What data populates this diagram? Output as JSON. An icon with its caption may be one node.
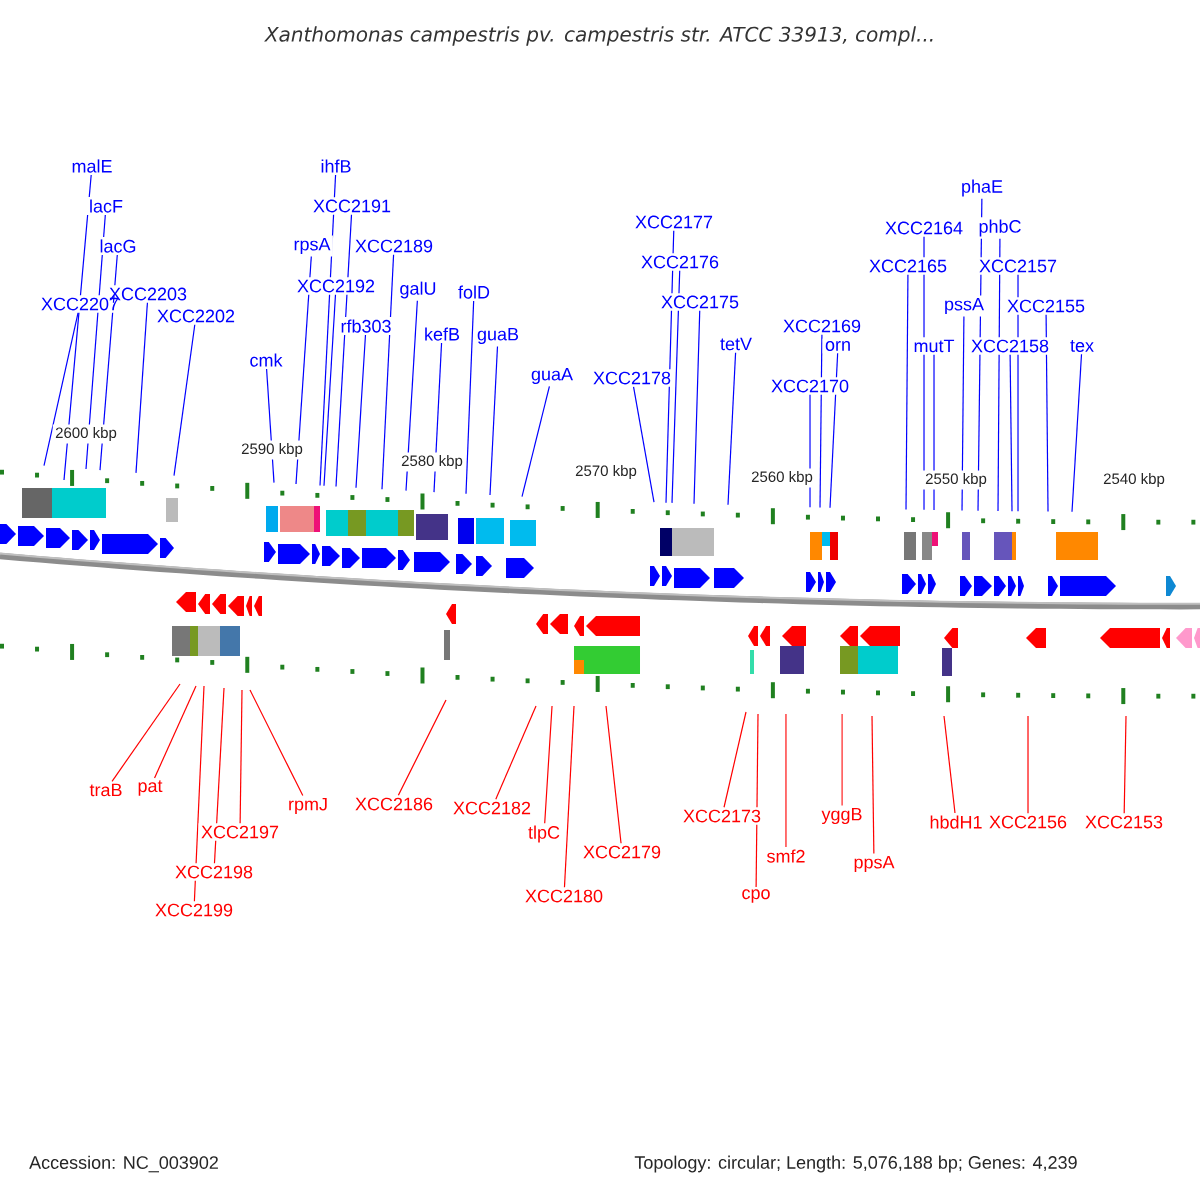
{
  "diagram": {
    "title": "*Xanthomonas campestris* *pv.* *campestris* *str. ATCC 33913, compl...*",
    "nodes": [
      {
        "text": [
          "XCC2207"
        ]
      },
      {
        "text": [
          "malE"
        ]
      },
      {
        "text": [
          "lacF"
        ]
      },
      {
        "text": [
          "lacG"
        ]
      },
      {
        "text": [
          "XCC2203"
        ]
      },
      {
        "text": [
          "XCC2202"
        ]
      },
      {
        "text": [
          "cmk"
        ]
      },
      {
        "text": [
          "rpsA"
        ]
      },
      {
        "text": [
          "ihfB"
        ]
      },
      {
        "text": [
          "XCC2191"
        ]
      },
      {
        "text": [
          "XCC2192"
        ]
      },
      {
        "text": [
          "XCC2189"
        ]
      },
      {
        "text": [
          "rfb303"
        ]
      },
      {
        "text": [
          "galU"
        ]
      },
      {
        "text": [
          "kefB"
        ]
      },
      {
        "text": [
          "folD"
        ]
      },
      {
        "text": [
          "guaB"
        ]
      },
      {
        "text": [
          "guaA"
        ]
      },
      {
        "text": [
          "XCC2178"
        ]
      },
      {
        "text": [
          "XCC2177"
        ]
      },
      {
        "text": [
          "XCC2176"
        ]
      },
      {
        "text": [
          "XCC2175"
        ]
      },
      {
        "text": [
          "tetV"
        ]
      },
      {
        "text": [
          "XCC2169"
        ]
      },
      {
        "text": [
          "orn"
        ]
      },
      {
        "text": [
          "XCC2170"
        ]
      },
      {
        "text": [
          "XCC2165"
        ]
      },
      {
        "text": [
          "XCC2164"
        ]
      },
      {
        "text": [
          "phaE"
        ]
      },
      {
        "text": [
          "phbC"
        ]
      },
      {
        "text": [
          "mutT"
        ]
      },
      {
        "text": [
          "pssA"
        ]
      },
      {
        "text": [
          "XCC2157"
        ]
      },
      {
        "text": [
          "XCC2158"
        ]
      },
      {
        "text": [
          "XCC2155"
        ]
      },
      {
        "text": [
          "tex"
        ]
      },
      {
        "text": [
          "traB"
        ]
      },
      {
        "text": [
          "pat"
        ]
      },
      {
        "text": [
          "XCC2197"
        ]
      },
      {
        "text": [
          "XCC2198"
        ]
      },
      {
        "text": [
          "XCC2199"
        ]
      },
      {
        "text": [
          "rpmJ"
        ]
      },
      {
        "text": [
          "XCC2186"
        ]
      },
      {
        "text": [
          "XCC2182"
        ]
      },
      {
        "text": [
          "tlpC"
        ]
      },
      {
        "text": [
          "XCC2180"
        ]
      },
      {
        "text": [
          "XCC2179"
        ]
      },
      {
        "text": [
          "XCC2173"
        ]
      },
      {
        "text": [
          "cpo"
        ]
      },
      {
        "text": [
          "smf2"
        ]
      },
      {
        "text": [
          "yggB"
        ]
      },
      {
        "text": [
          "ppsA"
        ]
      },
      {
        "text": [
          "hbdH1"
        ]
      },
      {
        "text": [
          "XCC2156"
        ]
      },
      {
        "text": [
          "XCC2153"
        ]
      }
    ],
    "edges": [
      {
        "from": 0,
        "to": null,
        "arrow": "none"
      },
      {
        "from": 1,
        "to": null,
        "arrow": "none"
      },
      {
        "from": 2,
        "to": null,
        "arrow": "none"
      },
      {
        "from": 3,
        "to": null,
        "arrow": "none"
      },
      {
        "from": 4,
        "to": null,
        "arrow": "none"
      },
      {
        "from": 5,
        "to": null,
        "arrow": "none"
      },
      {
        "from": 6,
        "to": null,
        "arrow": "none"
      },
      {
        "from": 7,
        "to": null,
        "arrow": "none"
      },
      {
        "from": 8,
        "to": null,
        "arrow": "none"
      },
      {
        "from": 9,
        "to": null,
        "arrow": "none"
      },
      {
        "from": 10,
        "to": null,
        "arrow": "none"
      },
      {
        "from": 11,
        "to": null,
        "arrow": "none"
      },
      {
        "from": 12,
        "to": null,
        "arrow": "none"
      },
      {
        "from": 13,
        "to": null,
        "arrow": "none"
      },
      {
        "from": 14,
        "to": null,
        "arrow": "none"
      },
      {
        "from": 15,
        "to": null,
        "arrow": "none"
      },
      {
        "from": 16,
        "to": null,
        "arrow": "none"
      },
      {
        "from": 17,
        "to": null,
        "arrow": "none"
      },
      {
        "from": 18,
        "to": null,
        "arrow": "none"
      },
      {
        "from": 19,
        "to": null,
        "arrow": "none"
      },
      {
        "from": 20,
        "to": null,
        "arrow": "none"
      },
      {
        "from": 21,
        "to": null,
        "arrow": "none"
      },
      {
        "from": 22,
        "to": null,
        "arrow": "none"
      },
      {
        "from": 23,
        "to": null,
        "arrow": "none"
      },
      {
        "from": 24,
        "to": null,
        "arrow": "none"
      },
      {
        "from": 25,
        "to": null,
        "arrow": "none"
      },
      {
        "from": 26,
        "to": null,
        "arrow": "none"
      },
      {
        "from": 27,
        "to": null,
        "arrow": "none"
      },
      {
        "from": 28,
        "to": null,
        "arrow": "none"
      },
      {
        "from": 29,
        "to": null,
        "arrow": "none"
      },
      {
        "from": 30,
        "to": null,
        "arrow": "none"
      },
      {
        "from": 31,
        "to": null,
        "arrow": "none"
      },
      {
        "from": 32,
        "to": null,
        "arrow": "none"
      },
      {
        "from": 33,
        "to": null,
        "arrow": "none"
      },
      {
        "from": 34,
        "to": null,
        "arrow": "none"
      },
      {
        "from": 35,
        "to": null,
        "arrow": "none"
      },
      {
        "from": 36,
        "to": null,
        "arrow": "none",
        "color": "#ff0000"
      },
      {
        "from": 37,
        "to": null,
        "arrow": "none",
        "color": "#ff0000"
      },
      {
        "from": 38,
        "to": null,
        "arrow": "none",
        "color": "#ff0000"
      },
      {
        "from": 39,
        "to": null,
        "arrow": "none",
        "color": "#ff0000"
      },
      {
        "from": 40,
        "to": null,
        "arrow": "none",
        "color": "#ff0000"
      },
      {
        "from": 41,
        "to": null,
        "arrow": "none",
        "color": "#ff0000"
      },
      {
        "from": 42,
        "to": null,
        "arrow": "none",
        "color": "#ff0000"
      },
      {
        "from": 43,
        "to": null,
        "arrow": "none",
        "color": "#ff0000"
      },
      {
        "from": 44,
        "to": null,
        "arrow": "none",
        "color": "#ff0000"
      },
      {
        "from": 45,
        "to": null,
        "arrow": "none",
        "color": "#ff0000"
      },
      {
        "from": 46,
        "to": null,
        "arrow": "none",
        "color": "#ff0000"
      },
      {
        "from": 47,
        "to": null,
        "arrow": "none",
        "color": "#ff0000"
      },
      {
        "from": 48,
        "to": null,
        "arrow": "none",
        "color": "#ff0000"
      },
      {
        "from": 49,
        "to": null,
        "arrow": "none",
        "color": "#ff0000"
      },
      {
        "from": 50,
        "to": null,
        "arrow": "none",
        "color": "#ff0000"
      },
      {
        "from": 51,
        "to": null,
        "arrow": "none",
        "color": "#ff0000"
      },
      {
        "from": 52,
        "to": null,
        "arrow": "none",
        "color": "#ff0000"
      },
      {
        "from": 53,
        "to": null,
        "arrow": "none",
        "color": "#ff0000"
      },
      {
        "from": 54,
        "to": null,
        "arrow": "none",
        "color": "#ff0000"
      }
    ],
    "labels": [
      "2600 kbp",
      "2590 kbp",
      "2580 kbp",
      "2570 kbp",
      "2560 kbp",
      "2550 kbp",
      "2540 kbp",
      "Accession: NC_003902",
      "Topology: circular; Length: 5,076,188 bp; Genes: 4,239"
    ]
  }
}
